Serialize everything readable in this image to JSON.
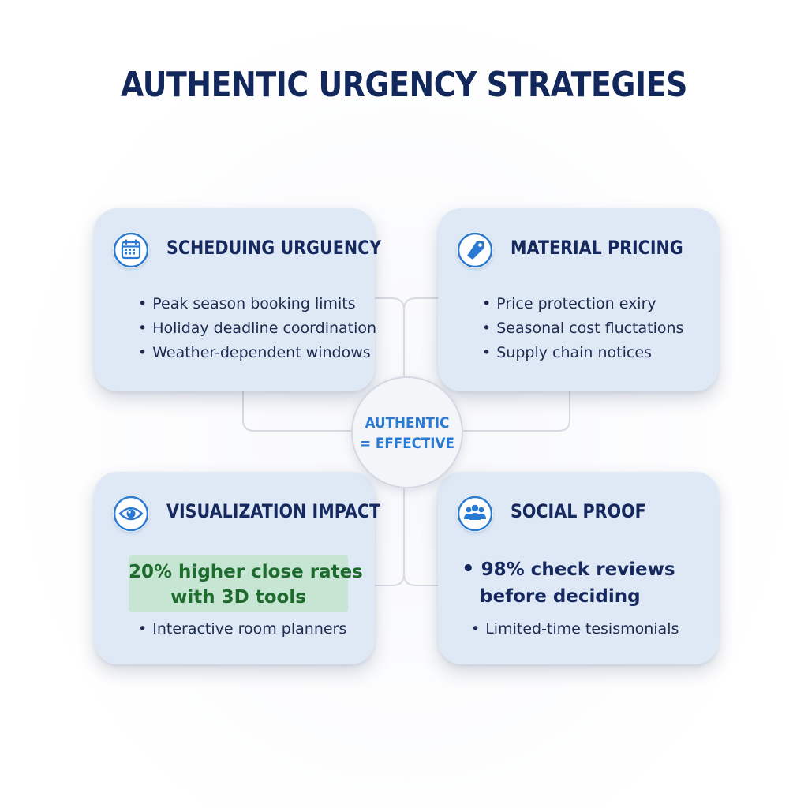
{
  "title": "AUTHENTIC URGENCY STRATEGIES",
  "center": {
    "line1": "AUTHENTIC",
    "line2": "= EFFECTIVE"
  },
  "cards": {
    "scheduling": {
      "icon": "calendar-icon",
      "title": "SCHEDUING URGUENCY",
      "items": [
        "Peak season booking limits",
        "Holiday deadline coordination",
        "Weather-dependent windows"
      ]
    },
    "material": {
      "icon": "price-tag-icon",
      "title": "MATERIAL PRICING",
      "items": [
        "Price protection exiry",
        "Seasonal cost fluctations",
        "Supply chain notices"
      ]
    },
    "visualization": {
      "icon": "eye-icon",
      "title": "VISUALIZATION IMPACT",
      "highlight_line1": "20% higher close rates",
      "highlight_line2": "with 3D tools",
      "items": [
        "Interactive room planners"
      ]
    },
    "social": {
      "icon": "people-group-icon",
      "title": "SOCIAL PROOF",
      "stat_line1": "98% check reviews",
      "stat_line2": "before deciding",
      "items": [
        "Limited-time tesismonials"
      ]
    }
  },
  "colors": {
    "title": "#12275c",
    "card_bg": "#dfe9f6",
    "accent_blue": "#2a7ad3",
    "highlight_green_bg": "#c6e6d3",
    "highlight_green_text": "#1e6b2d"
  }
}
